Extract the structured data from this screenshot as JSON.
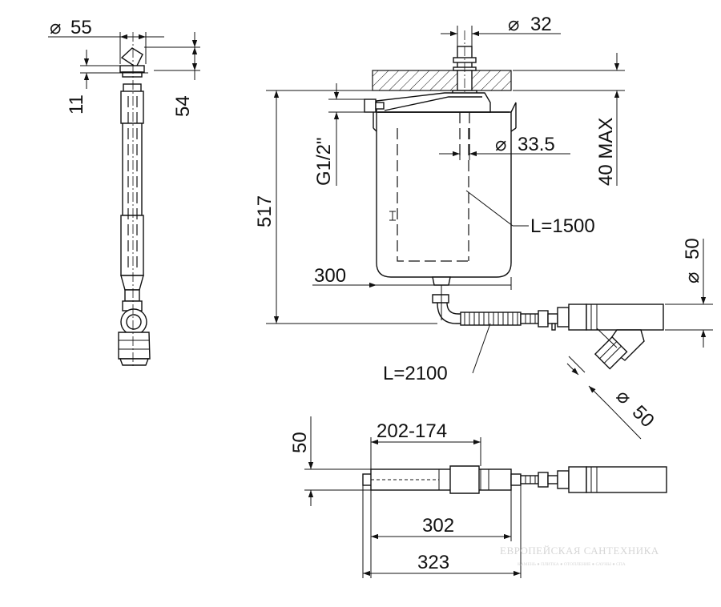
{
  "dimensions": {
    "d55": "55",
    "d11": "11",
    "d54": "54",
    "d32": "32",
    "d33_5": "33.5",
    "max40": "40 MAX",
    "g12": "G1/2\"",
    "d517": "517",
    "l1500": "L=1500",
    "d300": "300",
    "d50_top": "50",
    "l2100": "L=2100",
    "d50_branch": "50",
    "d50_plan": "50",
    "r202_174": "202-174",
    "d302": "302",
    "d323": "323"
  },
  "symbols": {
    "diameter": "⌀"
  },
  "watermark": {
    "brand": "ЕВРОПЕЙСКАЯ САНТЕХНИКА",
    "tagline": "КАМЕНЬ ● ПЛИТКА ● ОТОПЛЕНИЕ ● САУНЫ ● СПА"
  },
  "colors": {
    "line": "#111111",
    "background": "#ffffff",
    "watermark": "#d6d6d6"
  }
}
